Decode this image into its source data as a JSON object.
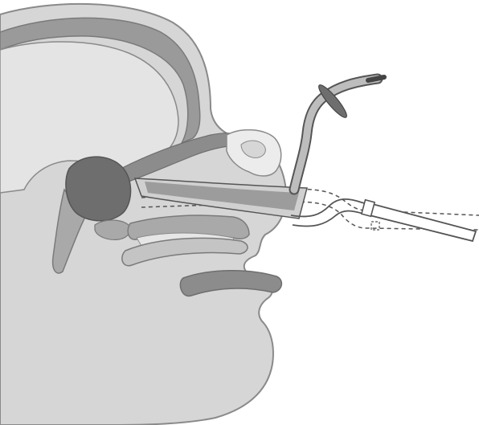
{
  "figure": {
    "labels": [],
    "colors": {
      "background": "#ffffff",
      "head_fill": "#d6d6d6",
      "outline": "#8a8a8a",
      "dark_tissue": "#6e6e6e",
      "mid_tissue": "#a9a9a9",
      "light_tissue": "#e4e4e4",
      "instrument_fill": "#ffffff",
      "instrument_stroke": "#555555"
    },
    "components": [
      "head-profile",
      "brain-cavity",
      "adenoid-mass",
      "soft-palate",
      "tongue",
      "lower-lip",
      "nasopharyngeal-instrument-inserted",
      "nasopharyngeal-instrument-withdrawn-dashed",
      "curved-suction-tube"
    ]
  }
}
